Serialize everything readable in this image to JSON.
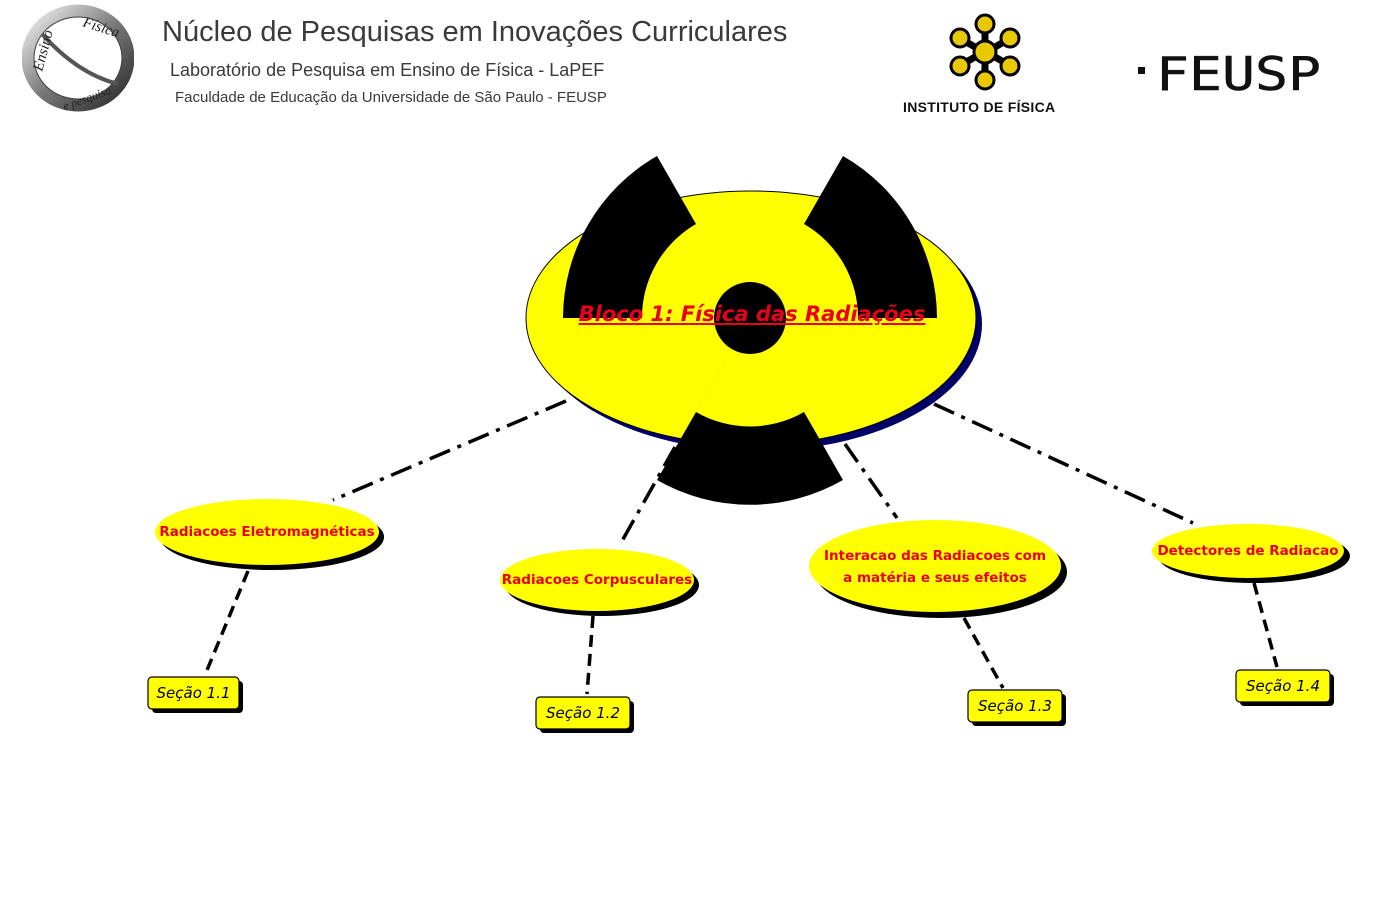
{
  "header": {
    "logo_text_top": "Física",
    "logo_text_left": "Ensino",
    "logo_text_bottom": "e pesquisa",
    "title": "Núcleo de Pesquisas em Inovações Curriculares",
    "subtitle": "Laboratório de Pesquisa em Ensino de Física - LaPEF",
    "subtitle2": "Faculdade de Educação da Universidade de São Paulo - FEUSP",
    "institute_label": "INSTITUTO DE FÍSICA",
    "feusp_label": "FEUSP"
  },
  "concept_map": {
    "main": "Bloco 1: Física das Radiações",
    "topics": [
      {
        "label": "Radiacoes Eletromagnéticas",
        "section": "Seção 1.1"
      },
      {
        "label": "Radiacoes Corpusculares",
        "section": "Seção 1.2"
      },
      {
        "label_line1": "Interacao das Radiacoes com",
        "label_line2": "a matéria e seus efeitos",
        "section": "Seção 1.3"
      },
      {
        "label": "Detectores de Radiacao",
        "section": "Seção 1.4"
      }
    ]
  },
  "colors": {
    "node_fill": "#ffff00",
    "node_shadow": "#000000",
    "main_shadow": "#000066",
    "text_red": "#e8001c",
    "trefoil": "#000000"
  }
}
